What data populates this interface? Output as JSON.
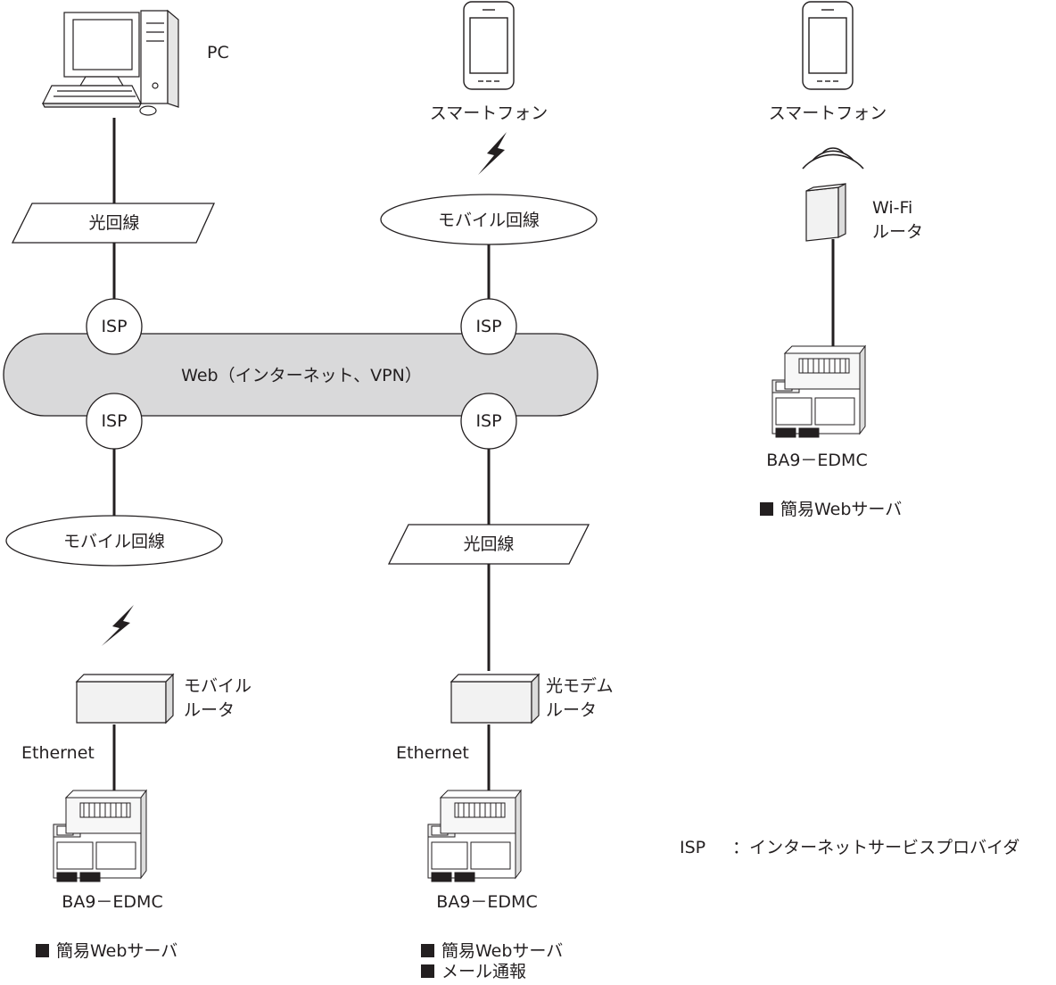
{
  "nodes": {
    "pc": "PC",
    "smartphone_mid": "スマートフォン",
    "smartphone_right": "スマートフォン",
    "fiber_line_top": "光回線",
    "mobile_line_top": "モバイル回線",
    "wifi_router": "Wi-Fi\nルータ",
    "isp_tl": "ISP",
    "isp_tm": "ISP",
    "isp_bl": "ISP",
    "isp_bm": "ISP",
    "web": "Web（インターネット、VPN）",
    "mobile_line_bottom": "モバイル回線",
    "fiber_line_bottom": "光回線",
    "mobile_router": "モバイル\nルータ",
    "optical_modem_router": "光モデム\nルータ",
    "ethernet_left": "Ethernet",
    "ethernet_mid": "Ethernet",
    "device_left": "BA9－EDMC",
    "device_mid": "BA9－EDMC",
    "device_right": "BA9－EDMC"
  },
  "features": {
    "left": [
      "簡易Webサーバ"
    ],
    "mid": [
      "簡易Webサーバ",
      "メール通報"
    ],
    "right": [
      "簡易Webサーバ"
    ]
  },
  "legend": {
    "abbr": "ISP",
    "desc": "：インターネットサービスプロバイダ"
  },
  "colors": {
    "line": "#231f20",
    "web_cloud_fill": "#d9d9da",
    "box_fill": "#f2f2f2"
  }
}
